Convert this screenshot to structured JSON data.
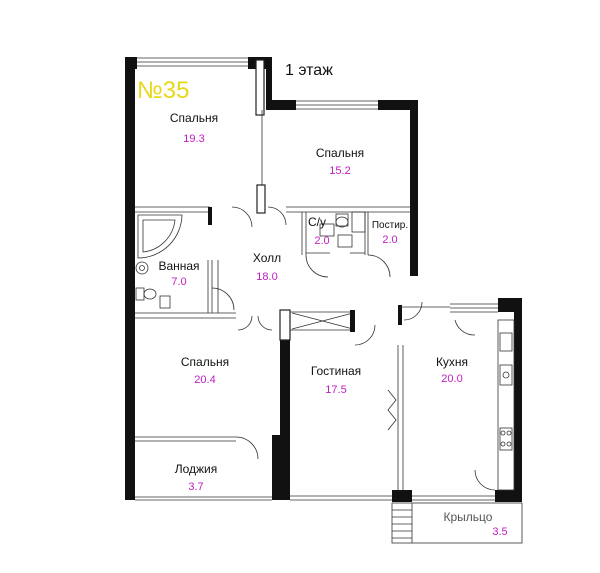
{
  "apartment_number": "№35",
  "floor_title": "1 этаж",
  "colors": {
    "area_text": "#c020c0",
    "apartment_number": "#e8d81a",
    "wall": "#111111"
  },
  "rooms": [
    {
      "name": "Спальня",
      "area": "19.3"
    },
    {
      "name": "Спальня",
      "area": "15.2"
    },
    {
      "name": "С/у",
      "area": "2.0"
    },
    {
      "name": "Постир.",
      "area": "2.0"
    },
    {
      "name": "Ванная",
      "area": "7.0"
    },
    {
      "name": "Холл",
      "area": "18.0"
    },
    {
      "name": "Спальня",
      "area": "20.4"
    },
    {
      "name": "Гостиная",
      "area": "17.5"
    },
    {
      "name": "Кухня",
      "area": "20.0"
    },
    {
      "name": "Лоджия",
      "area": "3.7"
    },
    {
      "name": "Крыльцо",
      "area": "3.5"
    }
  ]
}
